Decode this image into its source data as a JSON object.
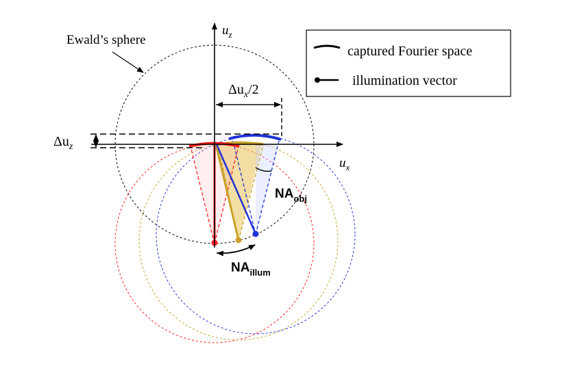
{
  "labels": {
    "ewald": "Ewald’s sphere",
    "uz": "u",
    "uz_sub": "z",
    "ux": "u",
    "ux_sub": "x",
    "delta_ux_prefix": "Δu",
    "delta_ux_sub": "x",
    "delta_ux_suffix": "/2",
    "delta_uz_prefix": "Δu",
    "delta_uz_sub": "z",
    "na_obj": "NA",
    "na_obj_sub": "obj",
    "na_illum": "NA",
    "na_illum_sub": "illum"
  },
  "legend": {
    "captured": "captured Fourier space",
    "illumination": "illumination vector"
  },
  "colors": {
    "red": "#ff1e1e",
    "gold": "#c9a227",
    "blue": "#1f32d6",
    "black": "#000000"
  }
}
